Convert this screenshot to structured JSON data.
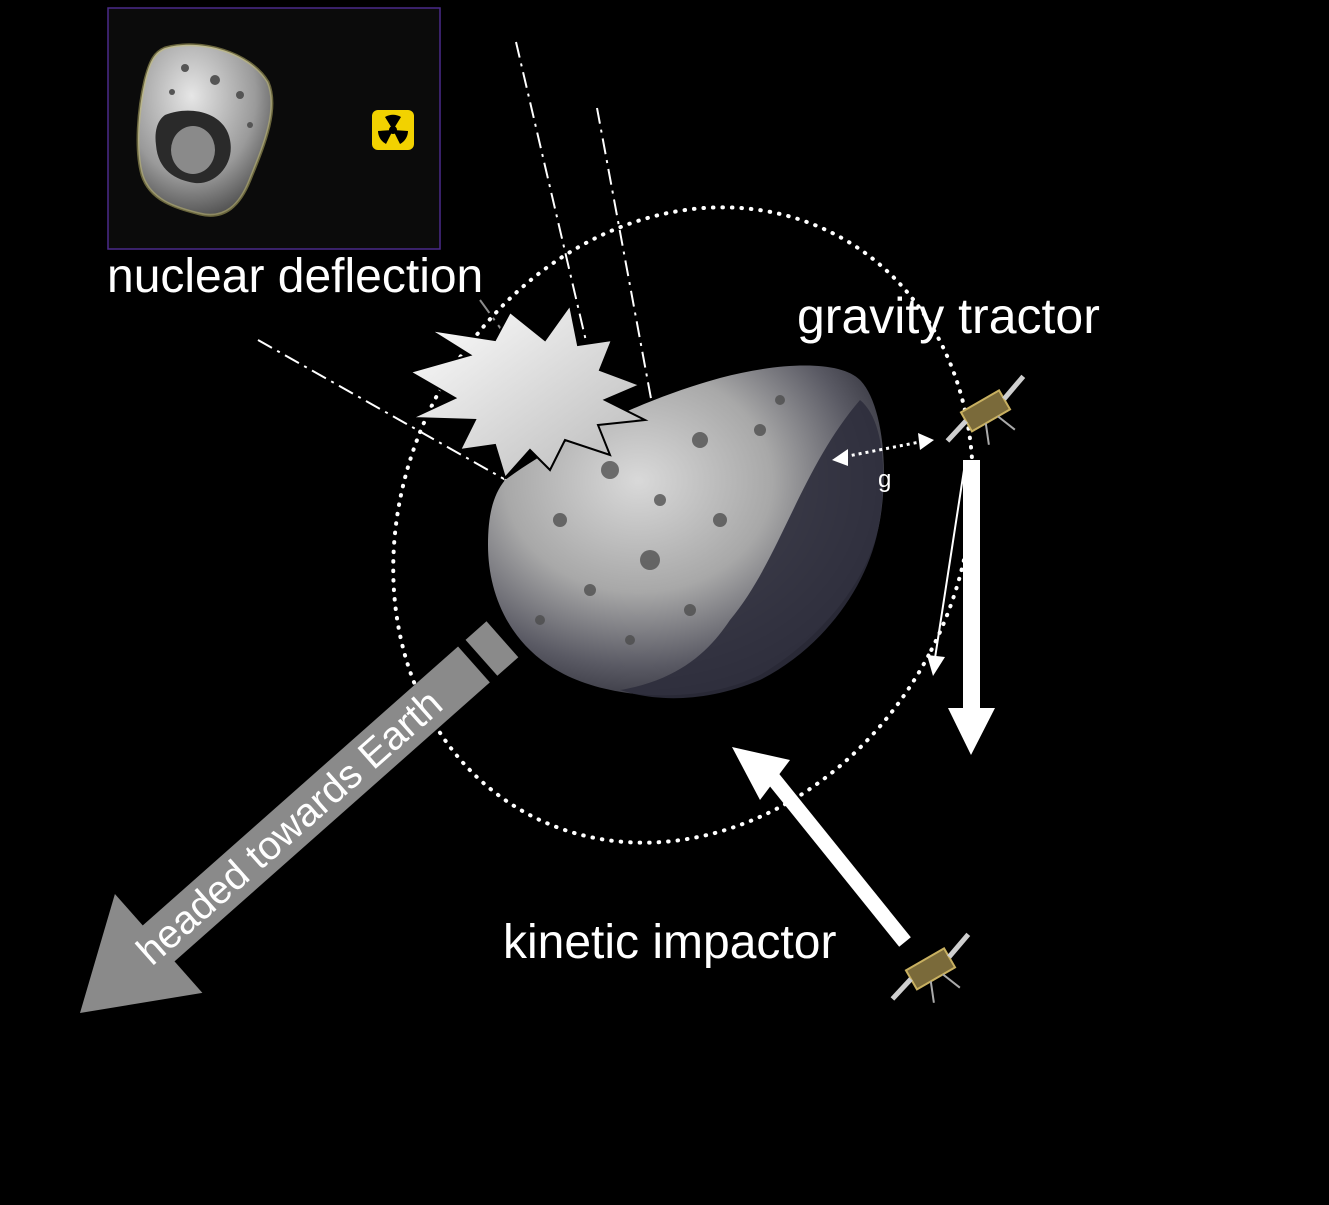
{
  "labels": {
    "nuclear": "nuclear deflection",
    "gravity": "gravity tractor",
    "kinetic": "kinetic impactor",
    "earth": "headed towards Earth",
    "g": "g"
  },
  "colors": {
    "background": "#000000",
    "text": "#ffffff",
    "earth_arrow": "#8a8a8a",
    "radiation_badge": "#f2d200",
    "inset_border": "#4a2a8a"
  },
  "icons": [
    "radiation-icon",
    "spacecraft-icon",
    "explosion-icon",
    "asteroid-icon"
  ]
}
